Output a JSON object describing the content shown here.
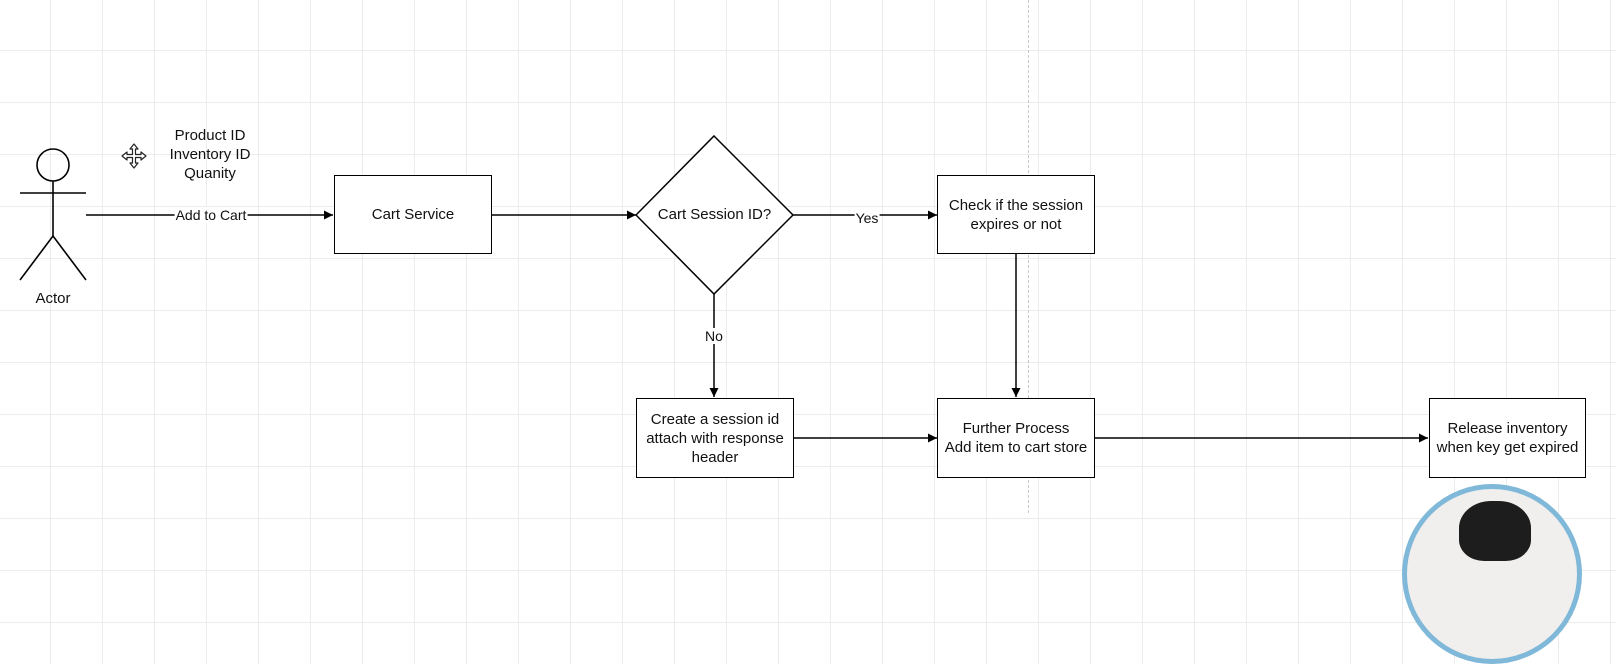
{
  "actor": {
    "label": "Actor"
  },
  "payload_note": {
    "text": "Product ID\nInventory ID\nQuanity"
  },
  "nodes": {
    "cart_service": "Cart Service",
    "cart_session_decision": "Cart Session ID?",
    "check_session": "Check if the session\nexpires or not",
    "create_session": "Create a session id\nattach with response\nheader",
    "further_process": "Further Process\nAdd item to cart store",
    "release_inventory": "Release inventory\nwhen key get expired"
  },
  "edge_labels": {
    "add_to_cart": "Add to Cart",
    "yes": "Yes",
    "no": "No"
  },
  "icons": {
    "move_cursor": "move-cursor-icon",
    "avatar": "presenter-avatar"
  },
  "colors": {
    "stroke": "#000000",
    "grid": "#ececec",
    "avatar_ring": "#7fb8d8"
  }
}
